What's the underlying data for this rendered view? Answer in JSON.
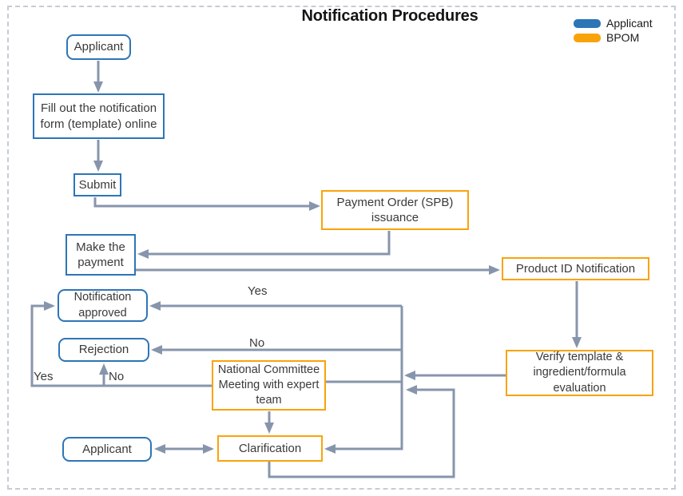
{
  "title": "Notification Procedures",
  "legend": {
    "items": [
      {
        "label": "Applicant",
        "color": "#2E75B6"
      },
      {
        "label": "BPOM",
        "color": "#F9A30B"
      }
    ]
  },
  "colors": {
    "applicant_stroke": "#2E75B6",
    "bpom_stroke": "#F9A30B",
    "connector": "#8795AC",
    "canvas_border": "#C6CCD6",
    "text": "#3A3A3A",
    "title": "#141414"
  },
  "nodes": {
    "applicant_start": {
      "label": "Applicant",
      "actor": "Applicant"
    },
    "fill_form": {
      "label": "Fill out the notification form (template) online",
      "actor": "Applicant"
    },
    "submit": {
      "label": "Submit",
      "actor": "Applicant"
    },
    "payment_order": {
      "label": "Payment Order (SPB) issuance",
      "actor": "BPOM"
    },
    "make_payment": {
      "label": "Make the payment",
      "actor": "Applicant"
    },
    "product_id": {
      "label": "Product ID Notification",
      "actor": "BPOM"
    },
    "notification_approved": {
      "label": "Notification approved",
      "actor": "Applicant"
    },
    "rejection": {
      "label": "Rejection",
      "actor": "Applicant"
    },
    "national_committee": {
      "label": "National Committee Meeting with expert team",
      "actor": "BPOM"
    },
    "verify": {
      "label": "Verify template & ingredient/formula evaluation",
      "actor": "BPOM"
    },
    "clarification": {
      "label": "Clarification",
      "actor": "BPOM"
    },
    "applicant_end": {
      "label": "Applicant",
      "actor": "Applicant"
    }
  },
  "edge_labels": {
    "verify_yes": "Yes",
    "verify_no": "No",
    "committee_yes": "Yes",
    "committee_no": "No"
  },
  "flow": [
    {
      "from": "Applicant",
      "to": "Fill out the notification form (template) online"
    },
    {
      "from": "Fill out the notification form (template) online",
      "to": "Submit"
    },
    {
      "from": "Submit",
      "to": "Payment Order (SPB) issuance"
    },
    {
      "from": "Payment Order (SPB) issuance",
      "to": "Make the payment"
    },
    {
      "from": "Make the payment",
      "to": "Product ID Notification"
    },
    {
      "from": "Product ID Notification",
      "to": "Verify template & ingredient/formula evaluation"
    },
    {
      "from": "Verify template & ingredient/formula evaluation",
      "to": "Notification approved",
      "label": "Yes"
    },
    {
      "from": "Verify template & ingredient/formula evaluation",
      "to": "Rejection",
      "label": "No"
    },
    {
      "from": "Verify template & ingredient/formula evaluation",
      "to": "National Committee Meeting with expert team"
    },
    {
      "from": "National Committee Meeting with expert team",
      "to": "Notification approved",
      "label": "Yes"
    },
    {
      "from": "National Committee Meeting with expert team",
      "to": "Rejection",
      "label": "No"
    },
    {
      "from": "National Committee Meeting with expert team",
      "to": "Clarification"
    },
    {
      "from": "Clarification",
      "to": "Applicant",
      "bidirectional": true
    },
    {
      "from": "Clarification",
      "to": "National Committee Meeting with expert team"
    }
  ]
}
